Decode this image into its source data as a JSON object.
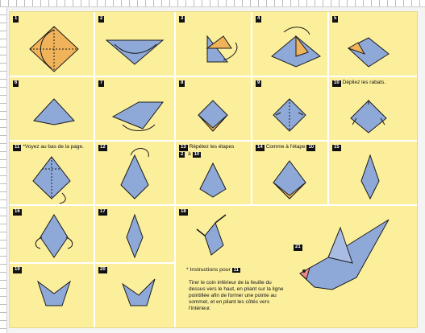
{
  "page": {
    "colors": {
      "paper": "#fcef9c",
      "grid_lines": "#ffffff",
      "model_blue": "#8ea9d8",
      "model_orange": "#f1b35a",
      "outline": "#1b1b1b"
    },
    "steps": [
      {
        "n": "1"
      },
      {
        "n": "2"
      },
      {
        "n": "3"
      },
      {
        "n": "4"
      },
      {
        "n": "5"
      },
      {
        "n": "6"
      },
      {
        "n": "7"
      },
      {
        "n": "8"
      },
      {
        "n": "9"
      },
      {
        "n": "10",
        "text": "Dépliez les rabats."
      },
      {
        "n": "11",
        "text": "*Voyez au bas de la page."
      },
      {
        "n": "12"
      },
      {
        "n": "13",
        "text": "Répétez les étapes",
        "range_from": "2",
        "range_to": "10"
      },
      {
        "n": "14",
        "text": "Comme à l'étape",
        "ref": "10"
      },
      {
        "n": "15"
      },
      {
        "n": "16"
      },
      {
        "n": "17"
      },
      {
        "n": "18"
      },
      {
        "n": "19"
      },
      {
        "n": "20"
      },
      {
        "n": "21"
      }
    ],
    "note": {
      "title": "* Instructions pour",
      "ref": "11",
      "body": "Tirer le coin inférieur de la feuille du dessus vers le haut, en pliant sur la ligne pointillée afin de former une pointe au sommet, et en pliant les côtés vers l'intérieur."
    }
  }
}
